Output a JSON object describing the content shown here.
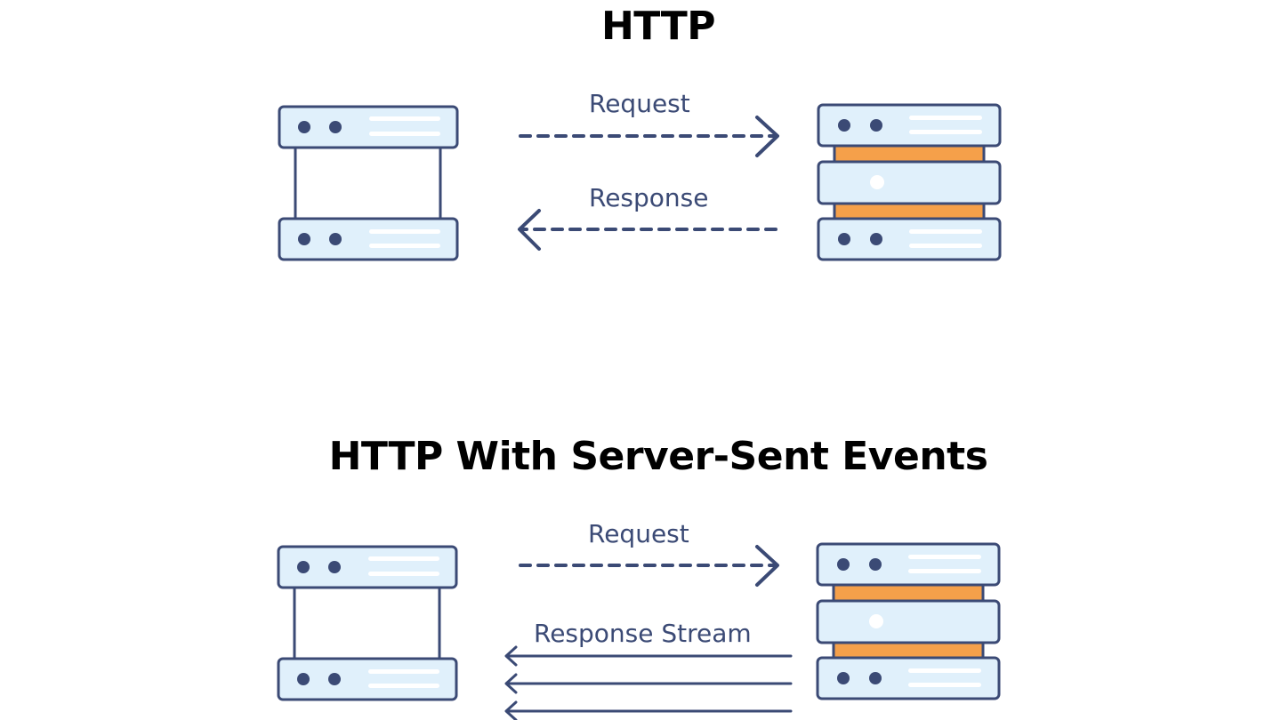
{
  "sections": [
    {
      "title": "HTTP",
      "request_label": "Request",
      "response_label": "Response"
    },
    {
      "title": "HTTP With Server-Sent Events",
      "request_label": "Request",
      "response_label": "Response Stream"
    }
  ],
  "colors": {
    "stroke": "#3b4a75",
    "server_fill": "#e0f0fb",
    "accent": "#f5a04a"
  },
  "icons": [
    "client-icon",
    "server-icon",
    "arrow-right-icon",
    "arrow-left-icon"
  ]
}
